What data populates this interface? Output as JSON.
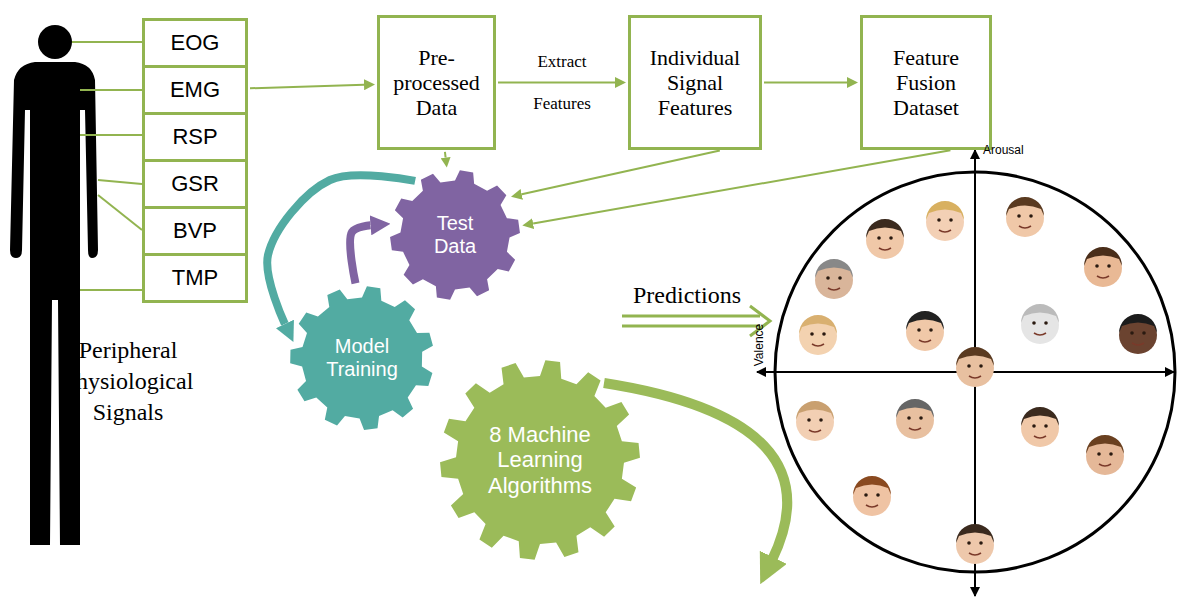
{
  "diagram": {
    "nodes": [
      {
        "text": [
          "EOG"
        ]
      },
      {
        "text": [
          "EMG"
        ]
      },
      {
        "text": [
          "RSP"
        ]
      },
      {
        "text": [
          "GSR"
        ]
      },
      {
        "text": [
          "BVP"
        ]
      },
      {
        "text": [
          "TMP"
        ]
      },
      {
        "text": [
          "Pre-processed Data"
        ]
      },
      {
        "text": [
          "Individual Signal Features"
        ]
      },
      {
        "text": [
          "Feature Fusion Dataset"
        ]
      },
      {
        "text": [
          "Test Data"
        ]
      },
      {
        "text": [
          "Model Training"
        ]
      },
      {
        "text": [
          "8 Machine Learning Algorithms"
        ]
      }
    ],
    "edges": [
      {
        "from": 1,
        "to": 6,
        "arrow": "to"
      },
      {
        "from": 6,
        "to": 7,
        "label": "Extract Features",
        "arrow": "to"
      },
      {
        "from": 7,
        "to": 8,
        "arrow": "to"
      },
      {
        "from": 6,
        "to": 9,
        "arrow": "to"
      },
      {
        "from": 7,
        "to": 9,
        "arrow": "to"
      },
      {
        "from": 8,
        "to": 9,
        "arrow": "to"
      },
      {
        "from": 10,
        "to": 9,
        "arrow": "to"
      },
      {
        "from": 9,
        "to": 10,
        "arrow": "to"
      }
    ],
    "labels": [
      "Peripheral Physiological Signals",
      "Predictions",
      "Arousal",
      "Valence"
    ]
  }
}
